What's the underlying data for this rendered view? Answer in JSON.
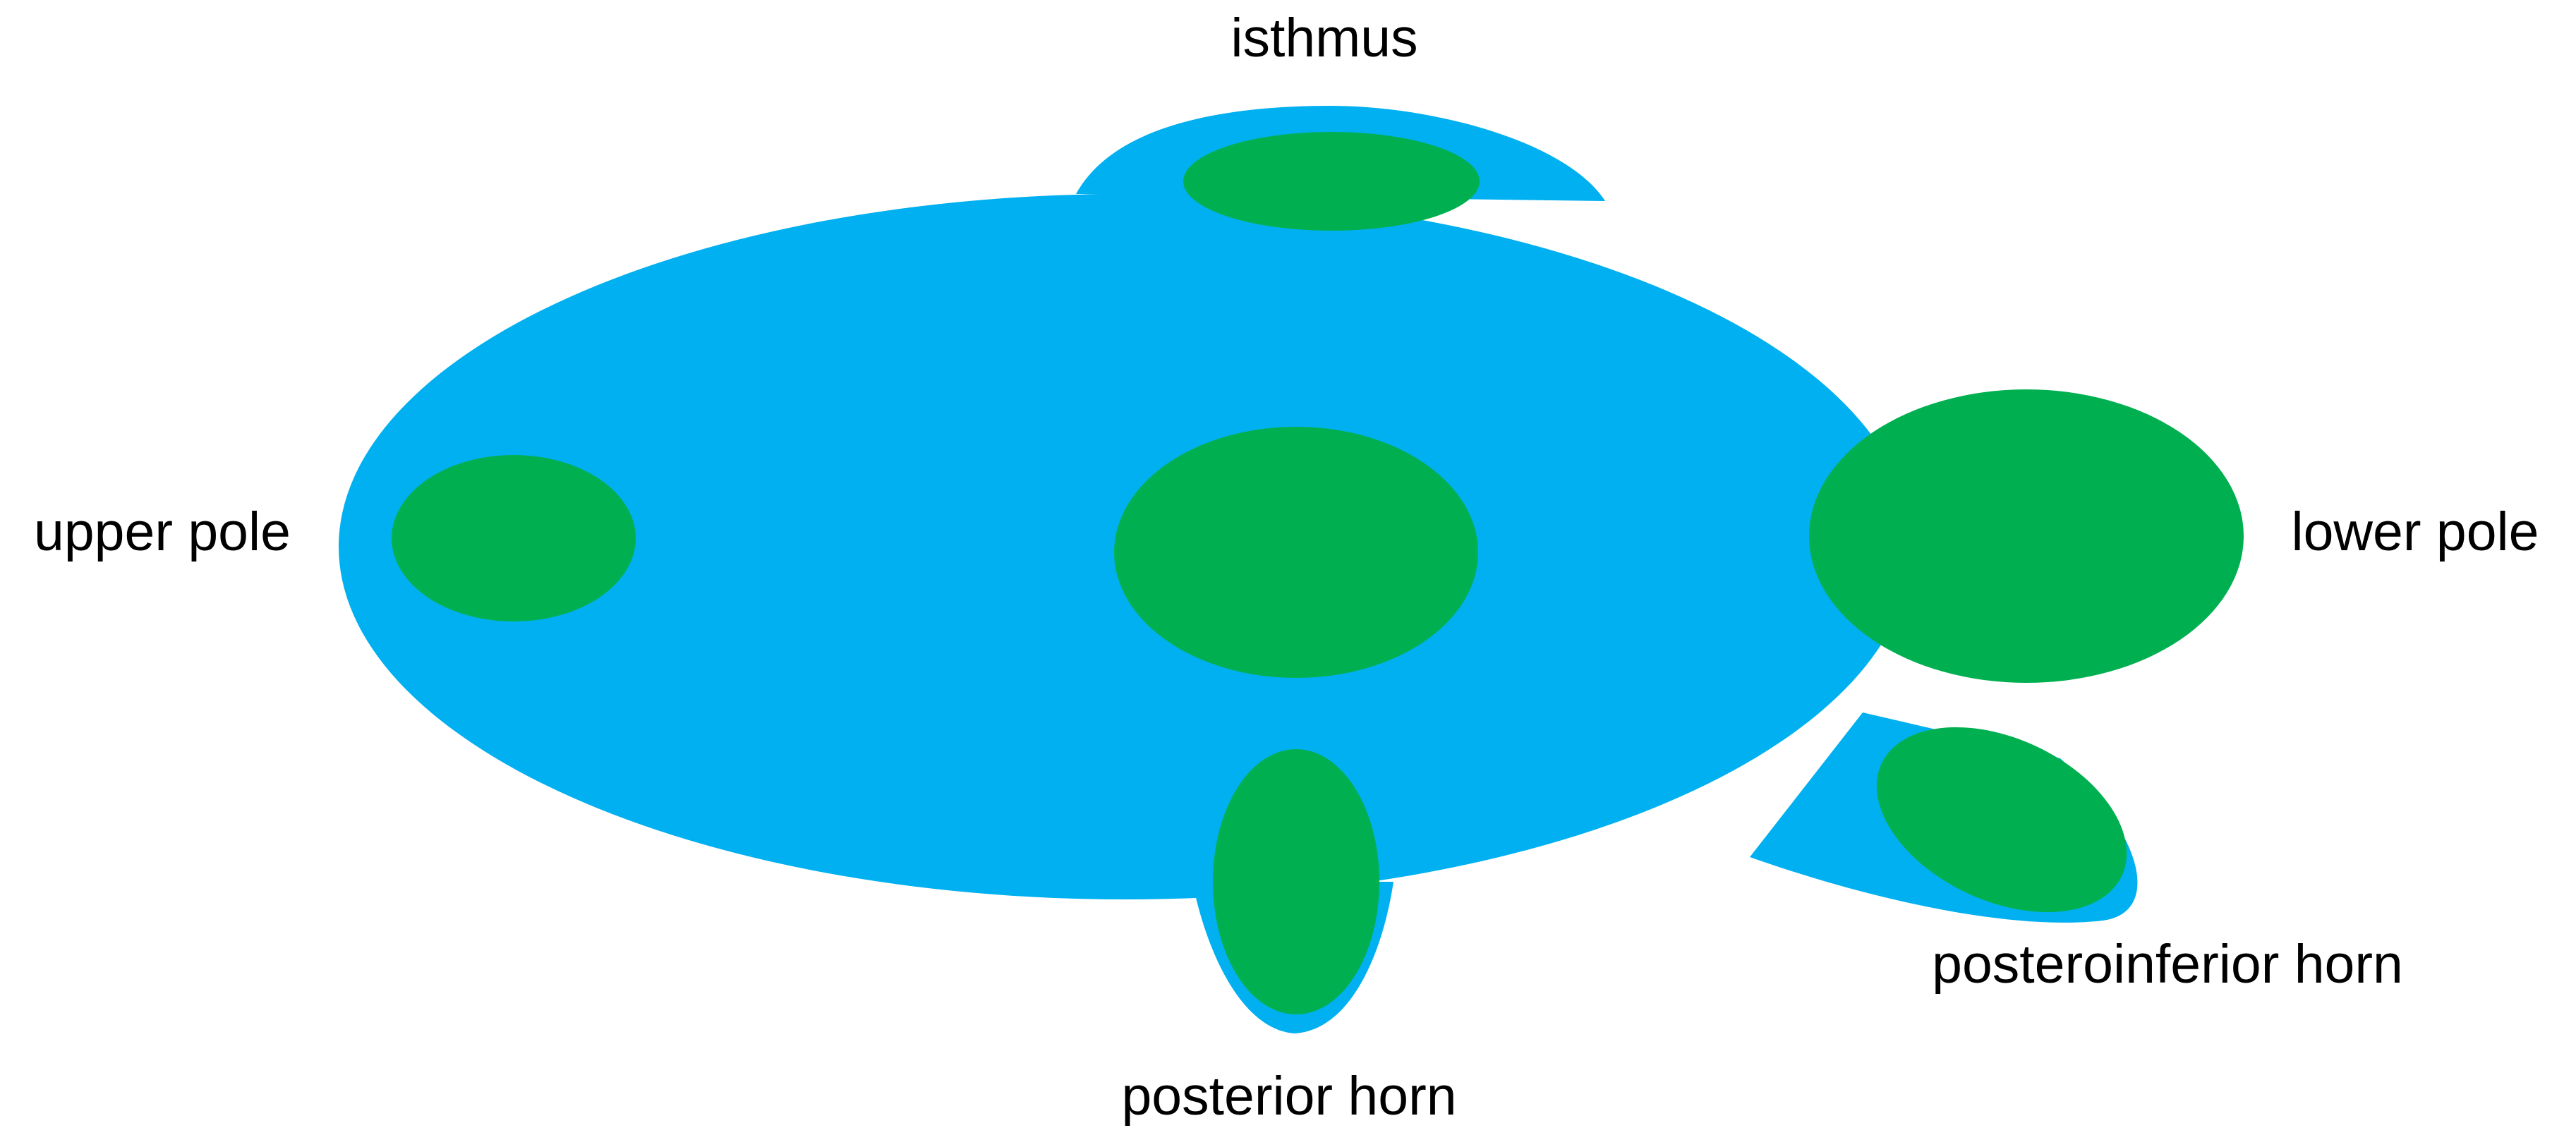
{
  "labels": {
    "isthmus": "isthmus",
    "upper_pole": "upper pole",
    "lower_pole": "lower pole",
    "posterior_horn": "posterior horn",
    "posteroinferior_horn": "posteroinferior horn"
  },
  "colors": {
    "body": "#00b0f0",
    "region": "#00b050",
    "background": "#ffffff",
    "text": "#000000"
  }
}
